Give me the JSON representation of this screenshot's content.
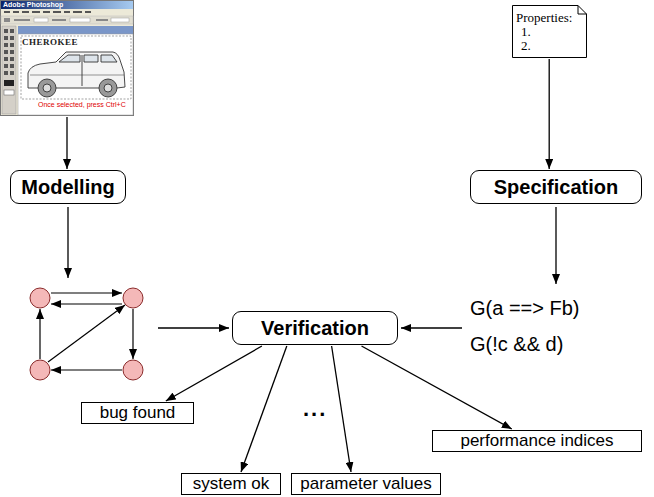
{
  "diagram": {
    "nodes": [
      {
        "text": [
          "Adobe Photoshop",
          "CHEROKEE",
          "Once selected, press Ctrl+C"
        ]
      },
      {
        "text": [
          "Properties:",
          "1.",
          "2."
        ]
      },
      {
        "text": [
          "Modelling"
        ]
      },
      {
        "text": [
          "Specification"
        ]
      },
      {
        "text": [
          "Verification"
        ]
      },
      {
        "text": [
          "bug found"
        ]
      },
      {
        "text": [
          "system ok"
        ]
      },
      {
        "text": [
          "parameter values"
        ]
      },
      {
        "text": [
          "performance indices"
        ]
      }
    ],
    "edges": [
      {
        "from": 0,
        "to": 2,
        "arrow": "to"
      },
      {
        "from": 1,
        "to": 3,
        "arrow": "to"
      },
      {
        "from": 4,
        "to": 5,
        "arrow": "to"
      },
      {
        "from": 4,
        "to": 6,
        "arrow": "to"
      },
      {
        "from": 4,
        "to": 7,
        "arrow": "to"
      },
      {
        "from": 4,
        "to": 8,
        "arrow": "to"
      }
    ],
    "labels": [
      "G(a ==> Fb)",
      "G(!c && d)",
      "..."
    ]
  }
}
